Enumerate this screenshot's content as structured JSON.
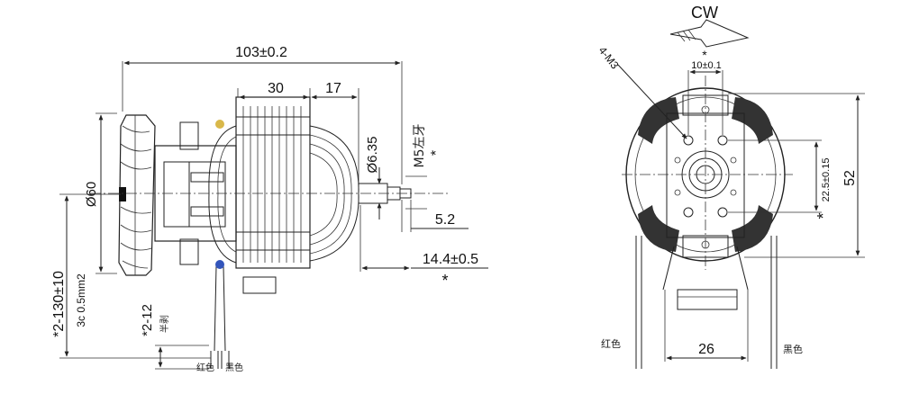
{
  "rotation": {
    "label": "CW"
  },
  "side_view": {
    "overall_length": "103±0.2",
    "stack_width": "30",
    "front_gap": "17",
    "fan_diameter": "Ø60",
    "shaft_diameter": "Ø6.35",
    "thread_label": "M5左牙",
    "thread_mark": "*",
    "shaft_step": "5.2",
    "shaft_length": "14.4±0.5",
    "shaft_length_mark": "*",
    "lead_length": "*2-130±10",
    "wire_spec": "3c 0.5mm2",
    "strip_length": "*2-12",
    "strip_note": "半剥",
    "wire_left": "红色",
    "wire_right": "黑色"
  },
  "front_view": {
    "mount_holes": "4-M3",
    "top_mark": "*",
    "hole_pitch_x": "10±0.1",
    "hole_pitch_y": "22.5±0.15",
    "hole_pitch_y_mark": "*",
    "height": "52",
    "base_width": "26",
    "wire_left": "红色",
    "wire_right": "黑色"
  }
}
